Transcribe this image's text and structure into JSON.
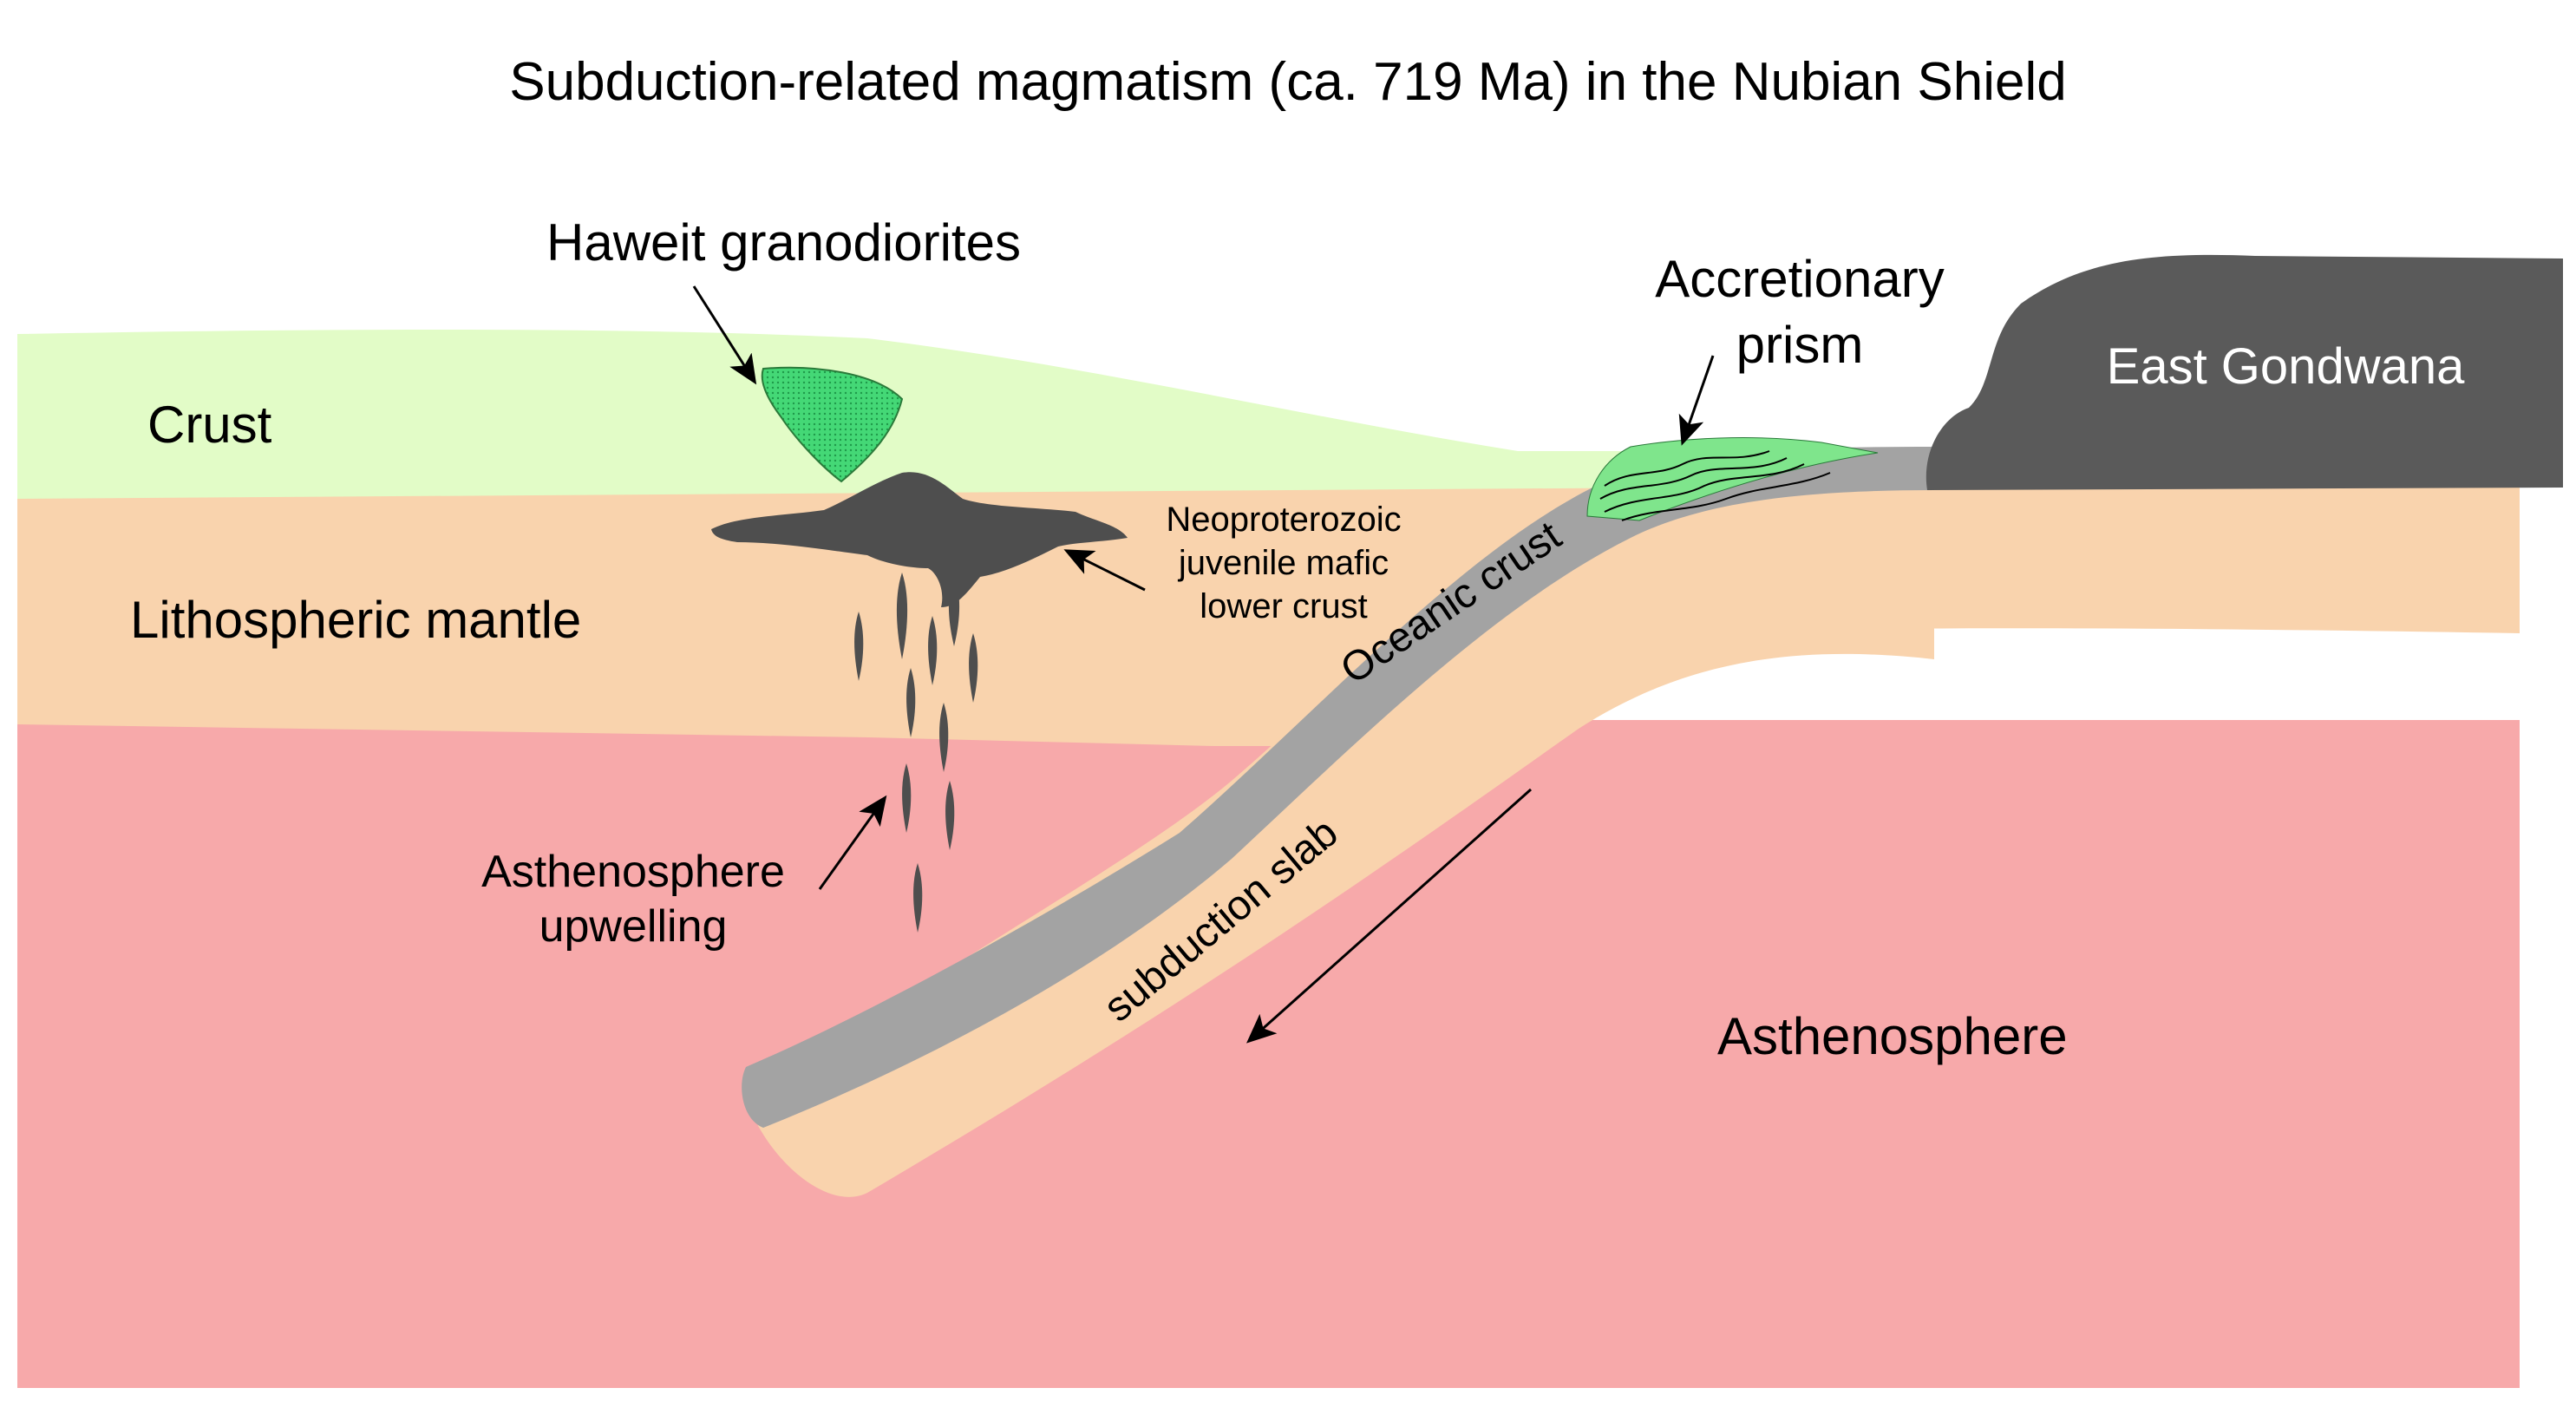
{
  "title": "Subduction-related magmatism (ca. 719 Ma) in the Nubian Shield",
  "labels": {
    "crust": "Crust",
    "lithospheric_mantle": "Lithospheric mantle",
    "asthenosphere": "Asthenosphere",
    "haweit": "Haweit granodiorites",
    "accretionary_line1": "Accretionary",
    "accretionary_line2": "prism",
    "east_gondwana": "East Gondwana",
    "neo_line1": "Neoproterozoic",
    "neo_line2": "juvenile mafic",
    "neo_line3": "lower crust",
    "oceanic_crust": "Oceanic crust",
    "subduction_slab": "subduction slab",
    "upwelling_line1": "Asthenosphere",
    "upwelling_line2": "upwelling"
  },
  "colors": {
    "crust": "#e2fcc7",
    "lithospheric_mantle": "#f9d3ad",
    "asthenosphere": "#f7a9aa",
    "oceanic_crust": "#a3a3a3",
    "east_gondwana": "#5a5a5a",
    "mafic_lower_crust": "#4e4e4e",
    "granodiorite": "#3fd774",
    "accretionary_prism": "#7fe58c"
  },
  "icons": {
    "arrows": "arrow-icon",
    "melt_drops": "melt-drop-icon"
  }
}
